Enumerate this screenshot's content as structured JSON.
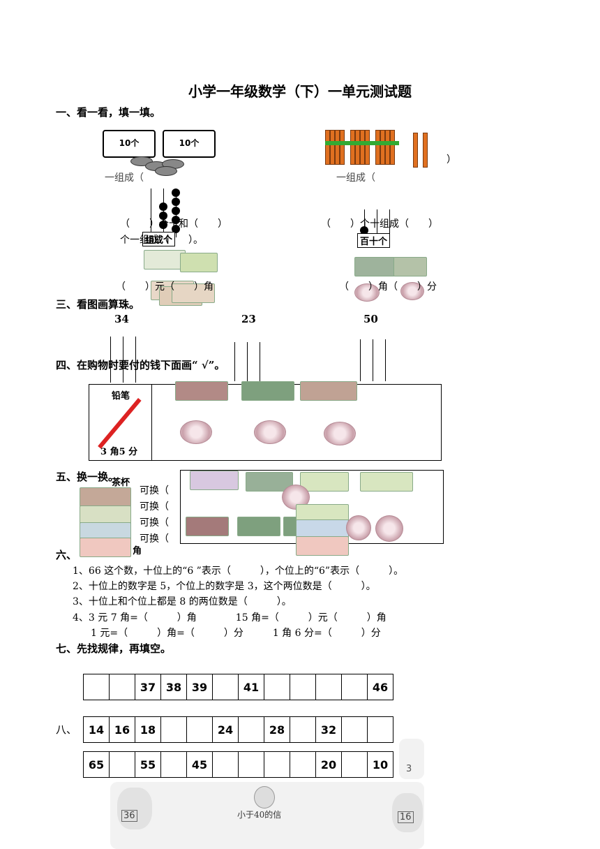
{
  "title": "小学一年级数学（下）一单元测试题",
  "sections": {
    "s1": "一、看一看，填一填。",
    "s3": "三、看图画算珠。",
    "s4": "四、在购物时要付的钱下面画“ √”。",
    "s5": "五、换一换。",
    "s6": "六、",
    "s7": "七、先找规律，再填空。",
    "s8": "八、"
  },
  "q1": {
    "cup_label": "10个",
    "blank_paren": "）",
    "garbled_left": "一组成（",
    "garbled_right": "一组成（",
    "abacus_left_line1": "（　　）个十和（　　）",
    "abacus_left_line2": "个一组成（　　）。",
    "abacus_left_label": "组成个",
    "abacus_right_line1": "（　　）个十组成（　　）",
    "abacus_right_label": "百十个",
    "money_left": "（　　）元（　　）角",
    "money_right": "（　　）角（　　）分"
  },
  "q3": {
    "numbers": [
      "34",
      "23",
      "50"
    ]
  },
  "q4": {
    "item_name": "铅笔",
    "item_price": "3 角5 分"
  },
  "q5": {
    "item_name": "茶杯",
    "row_label": "可换（",
    "jiao": "角"
  },
  "q6": {
    "items": [
      "1、66 这个数，十位上的“6 ”表示（　　　），个位上的“6”表示（　　　）。",
      "2、十位上的数字是 5，个位上的数字是 3，这个两位数是（　　　）。",
      "3、十位上和个位上都是 8 的两位数是（　　　）。",
      "4、3 元 7 角=（　　　）角　　　　15 角=（　　　）元（　　　）角",
      "1 元=（　　　）角=（　　　）分　　　1 角 6 分=（　　　）分"
    ]
  },
  "q7": {
    "row1": [
      "",
      "",
      "37",
      "38",
      "39",
      "",
      "41",
      "",
      "",
      "",
      "",
      "46"
    ],
    "row2": [
      "14",
      "16",
      "18",
      "",
      "",
      "24",
      "",
      "28",
      "",
      "32",
      "",
      ""
    ],
    "row3": [
      "65",
      "",
      "55",
      "",
      "45",
      "",
      "",
      "",
      "",
      "20",
      "",
      "10"
    ]
  },
  "q8": {
    "center_text": "小于40的信",
    "numbers": [
      "36",
      "16",
      "3"
    ]
  }
}
